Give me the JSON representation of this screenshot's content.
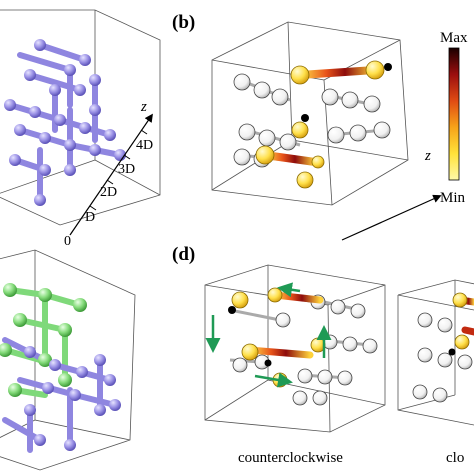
{
  "panels": {
    "b": "(b)",
    "d": "(d)"
  },
  "axis_a": {
    "label": "z",
    "ticks": [
      "0",
      "D",
      "2D",
      "3D",
      "4D"
    ]
  },
  "axis_b": {
    "label": "z"
  },
  "colorbar": {
    "max_label": "Max",
    "min_label": "Min",
    "colors": [
      "#fff9a8",
      "#ffe23a",
      "#f7a319",
      "#e04b14",
      "#9b0e0e",
      "#1a0000"
    ]
  },
  "captions": {
    "left": "counterclockwise",
    "right": "clo"
  },
  "colors": {
    "lattice_blue": "#8f86e0",
    "lattice_green": "#7fd97a",
    "arrow_green": "#1f9a55",
    "hot_mid": "#f2a21a",
    "hot_dark": "#8e0c0c"
  },
  "icons": {
    "flow_arrow": "arrow-icon"
  }
}
